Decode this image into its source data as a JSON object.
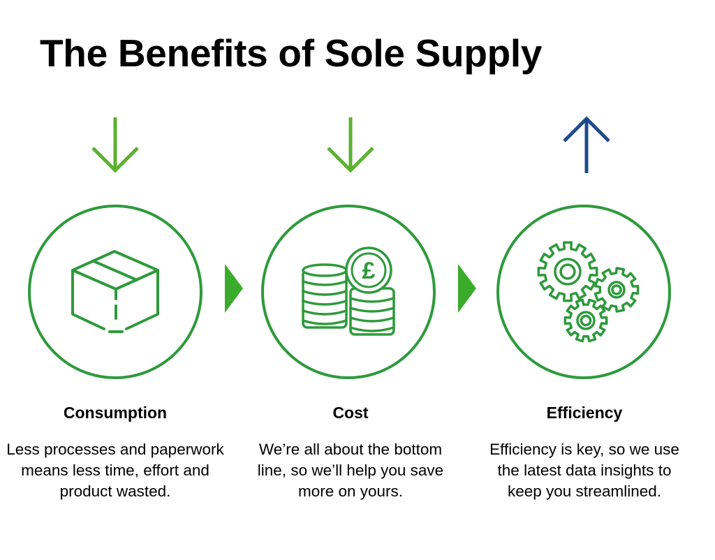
{
  "title": "The Benefits of Sole Supply",
  "colors": {
    "green": "#2e9a3c",
    "chevron": "#3bab2c",
    "arrow_down": "#5cb130",
    "arrow_up": "#1f4b8d"
  },
  "benefits": [
    {
      "heading": "Consumption",
      "description": "Less processes and paperwork means less time, effort and product wasted.",
      "trend": "down",
      "arrow_icon": "arrow-down-icon",
      "icon": "box-icon"
    },
    {
      "heading": "Cost",
      "description": "We’re all about the bottom line, so we’ll help you save more on yours.",
      "trend": "down",
      "arrow_icon": "arrow-down-icon",
      "icon": "coins-icon",
      "currency_symbol": "£"
    },
    {
      "heading": "Efficiency",
      "description": "Efficiency is key, so we use the latest data insights to keep you streamlined.",
      "trend": "up",
      "arrow_icon": "arrow-up-icon",
      "icon": "gears-icon"
    }
  ]
}
